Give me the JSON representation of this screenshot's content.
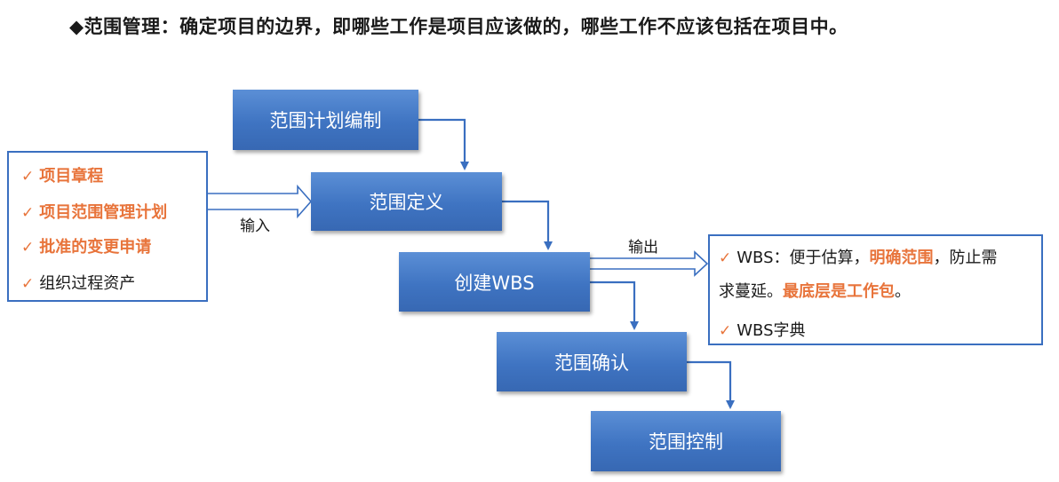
{
  "headline": "◆范围管理：确定项目的边界，即哪些工作是项目应该做的，哪些工作不应该包括在项目中。",
  "processes": {
    "plan": "范围计划编制",
    "define": "范围定义",
    "create_wbs": "创建WBS",
    "verify": "范围确认",
    "control": "范围控制"
  },
  "input_label": "输入",
  "output_label": "输出",
  "inputs": [
    {
      "text": "项目章程",
      "emphasis": true
    },
    {
      "text": "项目范围管理计划",
      "emphasis": true
    },
    {
      "text": "批准的变更申请",
      "emphasis": true
    },
    {
      "text": "组织过程资产",
      "emphasis": false
    }
  ],
  "outputs": {
    "wbs_line1_a": "WBS：便于估算，",
    "wbs_line1_b": "明确范围",
    "wbs_line1_c": "，防止需",
    "wbs_line2_a": "求蔓延。",
    "wbs_line2_b": "最底层是工作包",
    "wbs_line2_c": "。",
    "dictionary": "WBS字典"
  },
  "check_mark": "✓",
  "colors": {
    "box_blue": "#3f74c2",
    "border_blue": "#3a6fc0",
    "emphasis_orange": "#e8743b"
  }
}
